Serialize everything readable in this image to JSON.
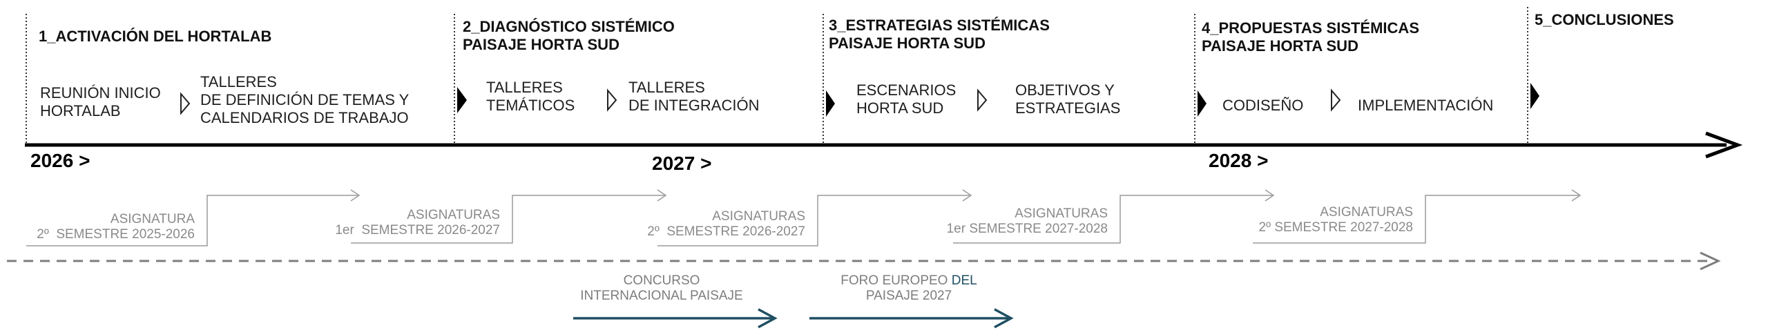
{
  "phases": [
    {
      "title": "1_ACTIVACIÓN DEL HORTALAB",
      "steps": [
        "REUNIÓN INICIO\nHORTALAB",
        "TALLERES\nDE DEFINICIÓN DE TEMAS Y\nCALENDARIOS DE TRABAJO"
      ]
    },
    {
      "title": "2_DIAGNÓSTICO SISTÉMICO\nPAISAJE HORTA SUD",
      "steps": [
        "TALLERES\nTEMÁTICOS",
        "TALLERES\nDE INTEGRACIÓN"
      ]
    },
    {
      "title": "3_ESTRATEGIAS SISTÉMICAS\nPAISAJE HORTA SUD",
      "steps": [
        "ESCENARIOS\nHORTA SUD",
        "OBJETIVOS Y\nESTRATEGIAS"
      ]
    },
    {
      "title": "4_PROPUESTAS SISTÉMICAS\nPAISAJE HORTA SUD",
      "steps": [
        "CODISEÑO",
        "IMPLEMENTACIÓN"
      ]
    },
    {
      "title": "5_CONCLUSIONES",
      "steps": []
    }
  ],
  "years": [
    "2026 >",
    "2027 >",
    "2028 >"
  ],
  "asignaturas": [
    "ASIGNATURA\n2º  SEMESTRE 2025-2026",
    "ASIGNATURAS\n1er  SEMESTRE 2026-2027",
    "ASIGNATURAS\n2º  SEMESTRE 2026-2027",
    "ASIGNATURAS\n1er SEMESTRE 2027-2028",
    "ASIGNATURAS\n2º SEMESTRE 2027-2028"
  ],
  "events": {
    "concurso": "CONCURSO\nINTERNACIONAL PAISAJE",
    "foro_pre": "FORO EUROPEO ",
    "foro_hl": "DEL",
    "foro_post": "\nPAISAJE 2027"
  },
  "colors": {
    "timeline": "#000000",
    "divider": "#333333",
    "asignatura": "#9a9a9a",
    "event": "#1f4f63"
  }
}
